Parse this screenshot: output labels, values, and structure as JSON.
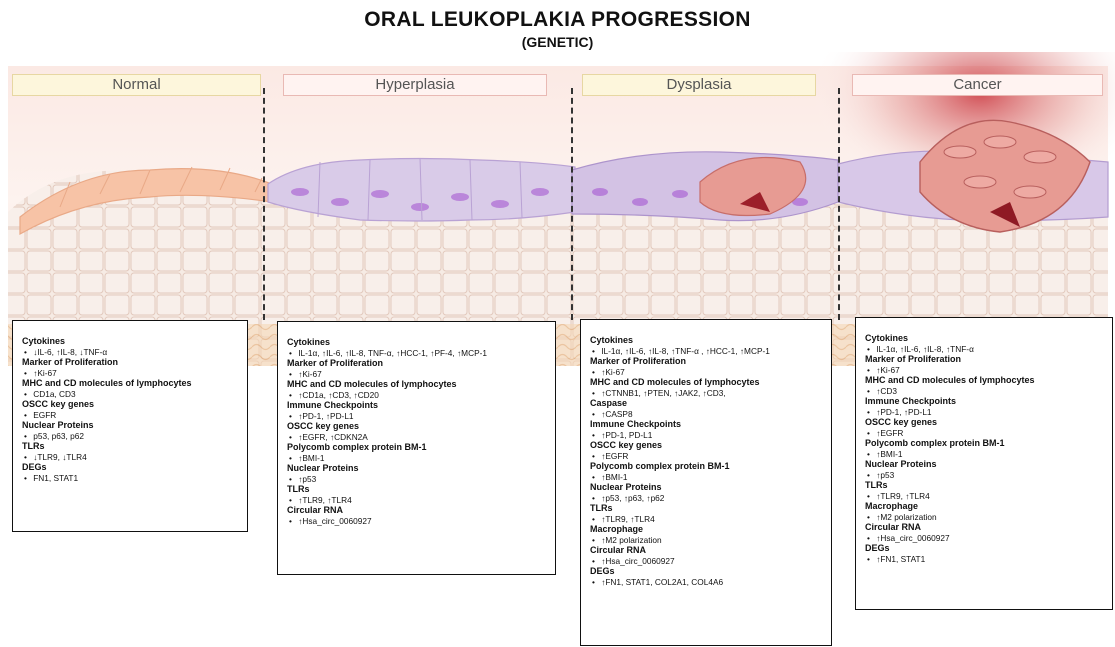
{
  "title": "ORAL LEUKOPLAKIA PROGRESSION",
  "subtitle": "(GENETIC)",
  "stages": [
    "Normal",
    "Hyperplasia",
    "Dysplasia",
    "Cancer"
  ],
  "colors": {
    "normal_cells": "#f7c3a6",
    "hyperplasia_cells": "#d6c7e6",
    "dysplasia_nuclei": "#b57ad8",
    "cancer_cells": "#e79b93",
    "cancer_glow": "#c9313a",
    "basal_cells": "#f3e5dd",
    "connective_tissue": "#e9b982"
  },
  "panels": {
    "normal": [
      {
        "h": "Cytokines",
        "i": [
          "↓IL-6, ↑IL-8, ↓TNF-α"
        ]
      },
      {
        "h": "Marker of Proliferation",
        "i": [
          "↑Ki-67"
        ]
      },
      {
        "h": "MHC and CD molecules of lymphocytes",
        "i": [
          "CD1a, CD3"
        ]
      },
      {
        "h": "OSCC key genes",
        "i": [
          "EGFR"
        ]
      },
      {
        "h": "Nuclear Proteins",
        "i": [
          "p53, p63, p62"
        ]
      },
      {
        "h": "TLRs",
        "i": [
          "↓TLR9, ↓TLR4"
        ]
      },
      {
        "h": "DEGs",
        "i": [
          "FN1, STAT1"
        ]
      }
    ],
    "hyperplasia": [
      {
        "h": "Cytokines",
        "i": [
          "IL-1α, ↑IL-6, ↑IL-8, TNF-α, ↑HCC-1, ↑PF-4, ↑MCP-1"
        ]
      },
      {
        "h": "Marker of Proliferation",
        "i": [
          "↑Ki-67"
        ]
      },
      {
        "h": "MHC and CD molecules of lymphocytes",
        "i": [
          "↑CD1a, ↑CD3, ↑CD20"
        ]
      },
      {
        "h": "Immune Checkpoints",
        "i": [
          "↑PD-1, ↑PD-L1"
        ]
      },
      {
        "h": "OSCC key genes",
        "i": [
          "↑EGFR, ↑CDKN2A"
        ]
      },
      {
        "h": "Polycomb complex protein BM-1",
        "i": [
          "↑BMI-1"
        ]
      },
      {
        "h": "Nuclear Proteins",
        "i": [
          "↑p53"
        ]
      },
      {
        "h": "TLRs",
        "i": [
          "↑TLR9, ↑TLR4"
        ]
      },
      {
        "h": "Circular RNA",
        "i": [
          "↑Hsa_circ_0060927"
        ]
      }
    ],
    "dysplasia": [
      {
        "h": "Cytokines",
        "i": [
          "IL-1α, ↑IL-6, ↑IL-8, ↑TNF-α , ↑HCC-1, ↑MCP-1"
        ]
      },
      {
        "h": "Marker of Proliferation",
        "i": [
          "↑Ki-67"
        ]
      },
      {
        "h": "MHC and CD molecules of lymphocytes",
        "i": [
          "↑CTNNB1, ↑PTEN, ↑JAK2, ↑CD3,"
        ]
      },
      {
        "h": "Caspase",
        "i": [
          "↑CASP8"
        ]
      },
      {
        "h": "Immune Checkpoints",
        "i": [
          "↑PD-1, PD-L1"
        ]
      },
      {
        "h": "OSCC key genes",
        "i": [
          "↑EGFR"
        ]
      },
      {
        "h": "Polycomb complex protein BM-1",
        "i": [
          "↑BMI-1"
        ]
      },
      {
        "h": "Nuclear Proteins",
        "i": [
          "↑p53, ↑p63, ↑p62"
        ]
      },
      {
        "h": "TLRs",
        "i": [
          "↑TLR9, ↑TLR4"
        ]
      },
      {
        "h": "Macrophage",
        "i": [
          "↑M2 polarization"
        ]
      },
      {
        "h": "Circular RNA",
        "i": [
          "↑Hsa_circ_0060927"
        ]
      },
      {
        "h": "DEGs",
        "i": [
          "↑FN1, STAT1, COL2A1, COL4A6"
        ]
      }
    ],
    "cancer": [
      {
        "h": "Cytokines",
        "i": [
          "IL-1α, ↑IL-6, ↑IL-8, ↑TNF-α"
        ]
      },
      {
        "h": "Marker of Proliferation",
        "i": [
          "↑Ki-67"
        ]
      },
      {
        "h": "MHC and CD molecules of lymphocytes",
        "i": [
          "↑CD3"
        ]
      },
      {
        "h": "Immune Checkpoints",
        "i": [
          "↑PD-1, ↑PD-L1"
        ]
      },
      {
        "h": "OSCC key genes",
        "i": [
          "↑EGFR"
        ]
      },
      {
        "h": "Polycomb complex protein BM-1",
        "i": [
          "↑BMI-1"
        ]
      },
      {
        "h": "Nuclear Proteins",
        "i": [
          "↑p53"
        ]
      },
      {
        "h": "TLRs",
        "i": [
          "↑TLR9, ↑TLR4"
        ]
      },
      {
        "h": "Macrophage",
        "i": [
          "↑M2 polarization"
        ]
      },
      {
        "h": "Circular RNA",
        "i": [
          "↑Hsa_circ_0060927"
        ]
      },
      {
        "h": "DEGs",
        "i": [
          "↑FN1, STAT1"
        ]
      }
    ]
  }
}
